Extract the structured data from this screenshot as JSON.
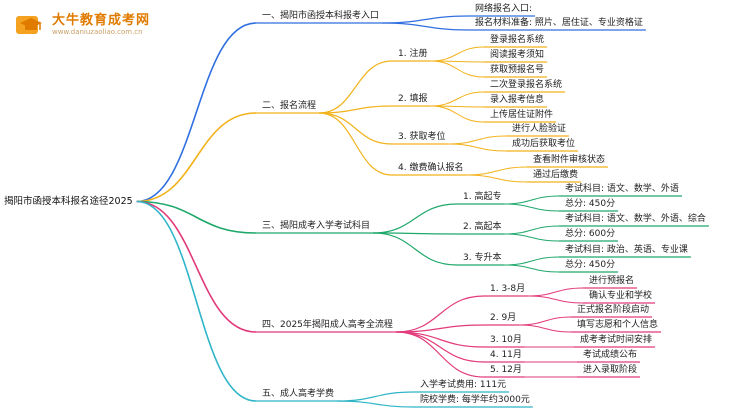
{
  "logo": {
    "name": "大牛教育成考网",
    "url": "www.daniuzaoliao.com.cn",
    "icon": "graduation-cap-icon",
    "accent": "#e07b00"
  },
  "root": "揭阳市函授本科报名途径2025",
  "branches": [
    {
      "id": "b1",
      "color": "#2f6fe0",
      "label": "一、揭阳市函授本科报考入口",
      "children": [
        {
          "label": "网络报名入口:"
        },
        {
          "label": "报名材料准备: 照片、居住证、专业资格证"
        }
      ]
    },
    {
      "id": "b2",
      "color": "#f2b21a",
      "label": "二、报名流程",
      "children": [
        {
          "label": "1. 注册",
          "children": [
            {
              "label": "登录报名系统"
            },
            {
              "label": "阅读报考须知"
            },
            {
              "label": "获取预报名号"
            }
          ]
        },
        {
          "label": "2. 填报",
          "children": [
            {
              "label": "二次登录报名系统"
            },
            {
              "label": "录入报考信息"
            },
            {
              "label": "上传居住证附件"
            }
          ]
        },
        {
          "label": "3. 获取考位",
          "children": [
            {
              "label": "进行人脸验证"
            },
            {
              "label": "成功后获取考位"
            }
          ]
        },
        {
          "label": "4. 缴费确认报名",
          "children": [
            {
              "label": "查看附件审核状态"
            },
            {
              "label": "通过后缴费"
            }
          ]
        }
      ]
    },
    {
      "id": "b3",
      "color": "#1ea86a",
      "label": "三、揭阳成考入学考试科目",
      "children": [
        {
          "label": "1. 高起专",
          "children": [
            {
              "label": "考试科目: 语文、数学、外语"
            },
            {
              "label": "总分: 450分"
            }
          ]
        },
        {
          "label": "2. 高起本",
          "children": [
            {
              "label": "考试科目: 语文、数学、外语、综合"
            },
            {
              "label": "总分: 600分"
            }
          ]
        },
        {
          "label": "3. 专升本",
          "children": [
            {
              "label": "考试科目: 政治、英语、专业课"
            },
            {
              "label": "总分: 450分"
            }
          ]
        }
      ]
    },
    {
      "id": "b4",
      "color": "#e23a7a",
      "label": "四、2025年揭阳成人高考全流程",
      "children": [
        {
          "label": "1. 3-8月",
          "children": [
            {
              "label": "进行预报名"
            },
            {
              "label": "确认专业和学校"
            }
          ]
        },
        {
          "label": "2. 9月",
          "children": [
            {
              "label": "正式报名阶段启动"
            },
            {
              "label": "填写志愿和个人信息"
            }
          ]
        },
        {
          "label": "3. 10月",
          "children": [
            {
              "label": "成考考试时间安排"
            }
          ]
        },
        {
          "label": "4. 11月",
          "children": [
            {
              "label": "考试成绩公布"
            }
          ]
        },
        {
          "label": "5. 12月",
          "children": [
            {
              "label": "进入录取阶段"
            }
          ]
        }
      ]
    },
    {
      "id": "b5",
      "color": "#2fb5c8",
      "label": "五、成人高考学费",
      "children": [
        {
          "label": "入学考试费用: 111元"
        },
        {
          "label": "院校学费: 每学年约3000元"
        }
      ]
    }
  ]
}
